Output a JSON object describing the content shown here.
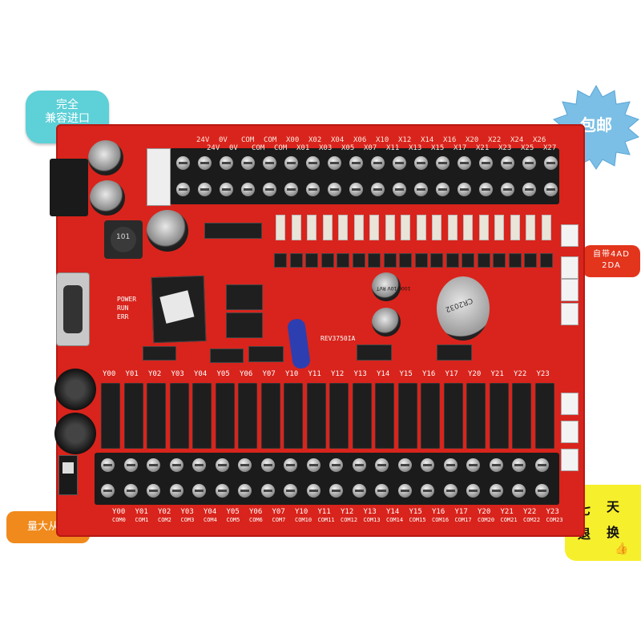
{
  "badges": {
    "left_top": {
      "line1": "完全",
      "line2": "兼容进口"
    },
    "right_top": "包邮",
    "right_mid": {
      "line1": "自带4AD",
      "line2": "2DA"
    },
    "left_bottom": "量大从优",
    "right_bottom": {
      "c1": "七",
      "c2": "天",
      "c3": "退",
      "c4": "换"
    }
  },
  "board": {
    "top_terminal_labels": [
      "24V",
      "0V",
      "COM",
      "COM",
      "X00",
      "X02",
      "X04",
      "X06",
      "X10",
      "X12",
      "X14",
      "X16",
      "X20",
      "X22",
      "X24",
      "X26"
    ],
    "top_terminal_labels2": [
      "24V",
      "0V",
      "COM",
      "COM",
      "X01",
      "X03",
      "X05",
      "X07",
      "X11",
      "X13",
      "X15",
      "X17",
      "X21",
      "X23",
      "X25",
      "X27"
    ],
    "bottom_y_labels": [
      "Y00",
      "Y01",
      "Y02",
      "Y03",
      "Y04",
      "Y05",
      "Y06",
      "Y07",
      "Y10",
      "Y11",
      "Y12",
      "Y13",
      "Y14",
      "Y15",
      "Y16",
      "Y17",
      "Y20",
      "Y21",
      "Y22",
      "Y23"
    ],
    "bottom_com_labels": [
      "COM0",
      "COM1",
      "COM2",
      "COM3",
      "COM4",
      "COM5",
      "COM6",
      "COM7",
      "COM10",
      "COM11",
      "COM12",
      "COM13",
      "COM14",
      "COM15",
      "COM16",
      "COM17",
      "COM20",
      "COM21",
      "COM22",
      "COM23"
    ],
    "relay_labels": [
      "Y00",
      "Y01",
      "Y02",
      "Y03",
      "Y04",
      "Y05",
      "Y06",
      "Y07",
      "Y10",
      "Y11",
      "Y12",
      "Y13",
      "Y14",
      "Y15",
      "Y16",
      "Y17",
      "Y20",
      "Y21",
      "Y22",
      "Y23"
    ],
    "rev_label": "REV3750IA",
    "led_labels": [
      "POWER",
      "RUN",
      "ERR"
    ],
    "cap_text": "1000 10V RVT",
    "inductor_text": "101",
    "battery_text": "CR2032"
  }
}
